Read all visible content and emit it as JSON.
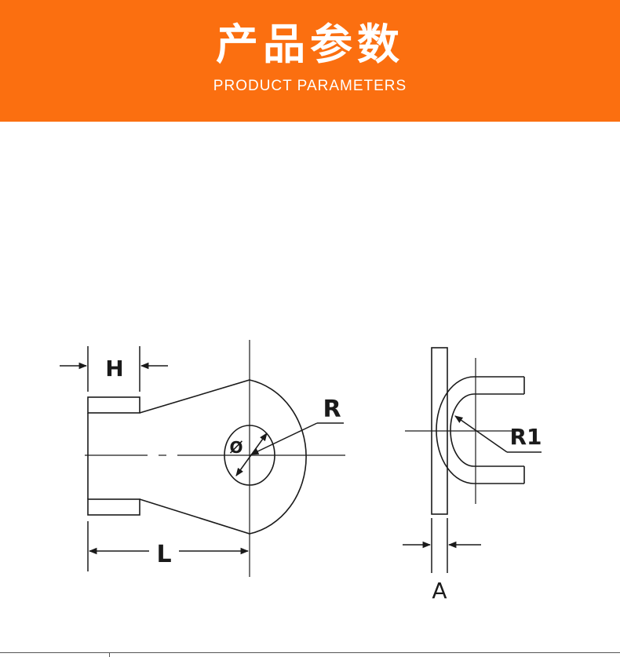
{
  "header": {
    "title": "产品参数",
    "subtitle": "PRODUCT PARAMETERS",
    "background_color": "#fb6f10",
    "text_color": "#ffffff"
  },
  "diagram": {
    "labels": {
      "h": "H",
      "l": "L",
      "r": "R",
      "phi": "Ø",
      "r1": "R1",
      "a": "A"
    },
    "line_color": "#1a1a1a"
  }
}
